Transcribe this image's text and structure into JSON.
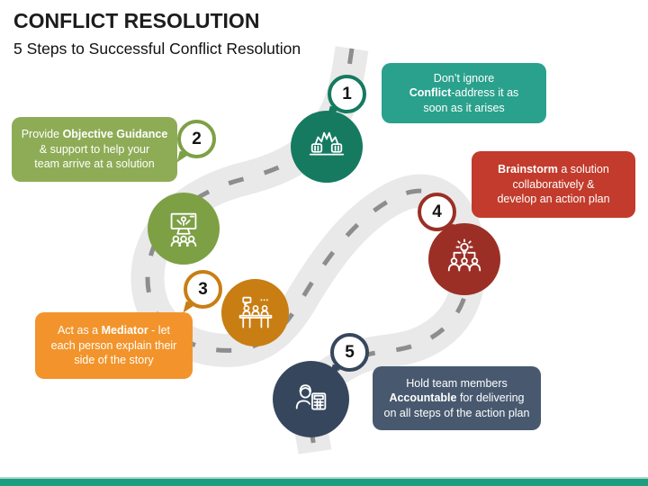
{
  "slide": {
    "title": "CONFLICT RESOLUTION",
    "subtitle": "5 Steps to Successful Conflict Resolution",
    "footer_bar_color": "#1d9e80"
  },
  "road": {
    "surface_color": "#e9e9e9",
    "dash_color": "#8d8d8d"
  },
  "steps": [
    {
      "number": "1",
      "icon": "conflict-icon",
      "accent_color": "#157a60",
      "box_color": "#2aa18c",
      "text_lines": [
        [
          {
            "t": "Don’t ignore",
            "b": false
          }
        ],
        [
          {
            "t": "Conflict",
            "b": true
          },
          {
            "t": "-address it as",
            "b": false
          }
        ],
        [
          {
            "t": "soon as it arises",
            "b": false
          }
        ]
      ]
    },
    {
      "number": "2",
      "icon": "presentation-icon",
      "accent_color": "#7da045",
      "box_color": "#8eac56",
      "text_lines": [
        [
          {
            "t": "Provide ",
            "b": false
          },
          {
            "t": "Objective Guidance",
            "b": true
          }
        ],
        [
          {
            "t": "& support to help your",
            "b": false
          }
        ],
        [
          {
            "t": "team arrive at a solution",
            "b": false
          }
        ]
      ]
    },
    {
      "number": "3",
      "icon": "meeting-icon",
      "accent_color": "#c87e13",
      "box_color": "#f2942b",
      "text_lines": [
        [
          {
            "t": "Act as a ",
            "b": false
          },
          {
            "t": "Mediator",
            "b": true
          },
          {
            "t": " - let",
            "b": false
          }
        ],
        [
          {
            "t": "each person explain their",
            "b": false
          }
        ],
        [
          {
            "t": "side of the story",
            "b": false
          }
        ]
      ]
    },
    {
      "number": "4",
      "icon": "brainstorm-icon",
      "accent_color": "#9b2f26",
      "box_color": "#c23b2c",
      "text_lines": [
        [
          {
            "t": "Brainstorm",
            "b": true
          },
          {
            "t": " a solution",
            "b": false
          }
        ],
        [
          {
            "t": "collaboratively &",
            "b": false
          }
        ],
        [
          {
            "t": "develop an action plan",
            "b": false
          }
        ]
      ]
    },
    {
      "number": "5",
      "icon": "accountable-icon",
      "accent_color": "#36475d",
      "box_color": "#48596f",
      "text_lines": [
        [
          {
            "t": "Hold team members",
            "b": false
          }
        ],
        [
          {
            "t": "Accountable",
            "b": true
          },
          {
            "t": " for delivering",
            "b": false
          }
        ],
        [
          {
            "t": "on all steps of the action plan",
            "b": false
          }
        ]
      ]
    }
  ]
}
